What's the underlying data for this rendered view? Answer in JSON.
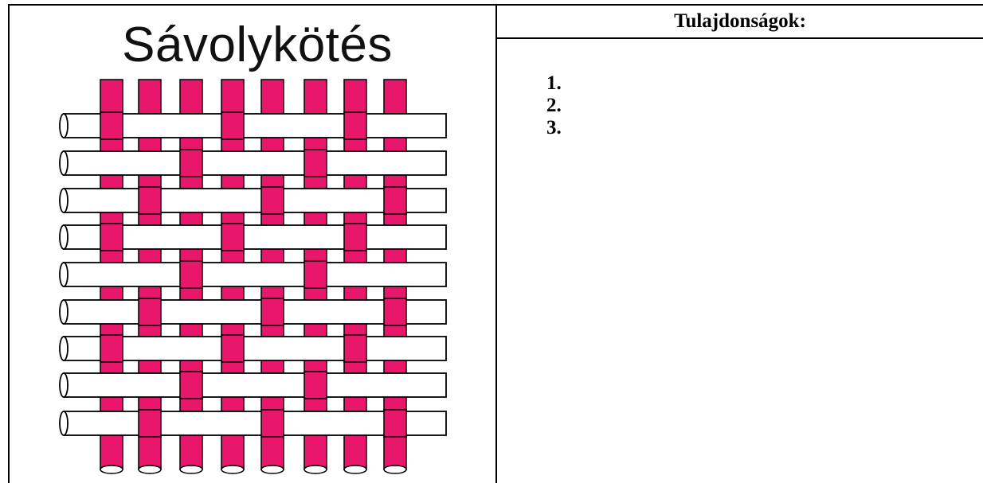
{
  "figure": {
    "title": "Sávolykötés",
    "warp_color": "#e8176b",
    "weft_color": "#ffffff",
    "outline_color": "#000000"
  },
  "properties": {
    "header": "Tulajdonságok:",
    "items": [
      "1.",
      "2.",
      "3."
    ]
  }
}
